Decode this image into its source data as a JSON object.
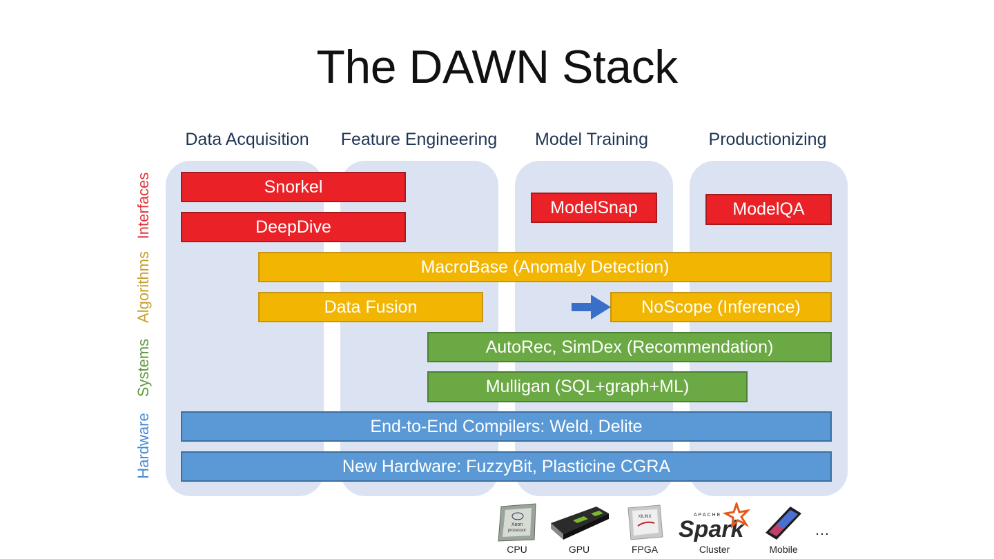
{
  "title": "The DAWN Stack",
  "columns": [
    "Data Acquisition",
    "Feature Engineering",
    "Model Training",
    "Productionizing"
  ],
  "layers": {
    "interfaces": {
      "label": "Interfaces",
      "color": "#e0343a"
    },
    "algorithms": {
      "label": "Algorithms",
      "color": "#c7a12a"
    },
    "systems": {
      "label": "Systems",
      "color": "#5f9a3e"
    },
    "hardware": {
      "label": "Hardware",
      "color": "#4a8ad0"
    }
  },
  "boxes": {
    "snorkel": "Snorkel",
    "deepdive": "DeepDive",
    "modelsnap": "ModelSnap",
    "modelqa": "ModelQA",
    "macrobase": "MacroBase (Anomaly Detection)",
    "datafusion": "Data Fusion",
    "noscope": "NoScope (Inference)",
    "autorec": "AutoRec, SimDex (Recommendation)",
    "mulligan": "Mulligan (SQL+graph+ML)",
    "compilers": "End-to-End Compilers: Weld, Delite",
    "newhw": "New Hardware: FuzzyBit, Plasticine CGRA"
  },
  "hardware_targets": [
    {
      "label": "CPU",
      "icon": "cpu-chip-icon"
    },
    {
      "label": "GPU",
      "icon": "gpu-card-icon"
    },
    {
      "label": "FPGA",
      "icon": "fpga-chip-icon"
    },
    {
      "label": "Cluster",
      "icon": "apache-spark-logo"
    },
    {
      "label": "Mobile",
      "icon": "smartphone-icon"
    }
  ],
  "ellipsis": "…",
  "colors": {
    "red": "#ea2227",
    "yellow": "#f1b502",
    "green": "#6aa944",
    "blue": "#5a99d6",
    "lane": "#dbe3f2",
    "arrow": "#3a6fc9"
  }
}
